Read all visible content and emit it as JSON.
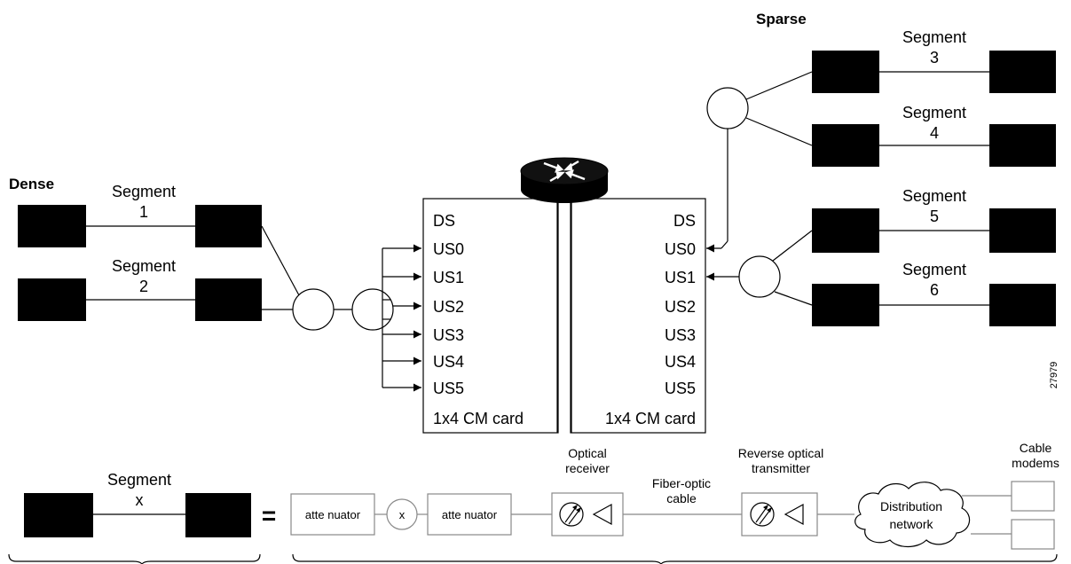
{
  "labels": {
    "dense": "Dense",
    "sparse": "Sparse",
    "segment_word": "Segment",
    "seg1": "1",
    "seg2": "2",
    "seg3": "3",
    "seg4": "4",
    "seg5": "5",
    "seg6": "6",
    "segx": "x",
    "equals": "=",
    "figure_id": "27979"
  },
  "cards": {
    "left": {
      "ports": [
        "DS",
        "US0",
        "US1",
        "US2",
        "US3",
        "US4",
        "US5"
      ],
      "name": "1x4 CM card"
    },
    "right": {
      "ports": [
        "DS",
        "US0",
        "US1",
        "US2",
        "US3",
        "US4",
        "US5"
      ],
      "name": "1x4 CM card"
    }
  },
  "legend": {
    "attenuator": "atte nuator",
    "x": "x",
    "optical_receiver_line1": "Optical",
    "optical_receiver_line2": "receiver",
    "fiber_line1": "Fiber-optic",
    "fiber_line2": "cable",
    "reverse_tx_line1": "Reverse optical",
    "reverse_tx_line2": "transmitter",
    "distribution_line1": "Distribution",
    "distribution_line2": "network",
    "cable_modems_line1": "Cable",
    "cable_modems_line2": "modems"
  }
}
